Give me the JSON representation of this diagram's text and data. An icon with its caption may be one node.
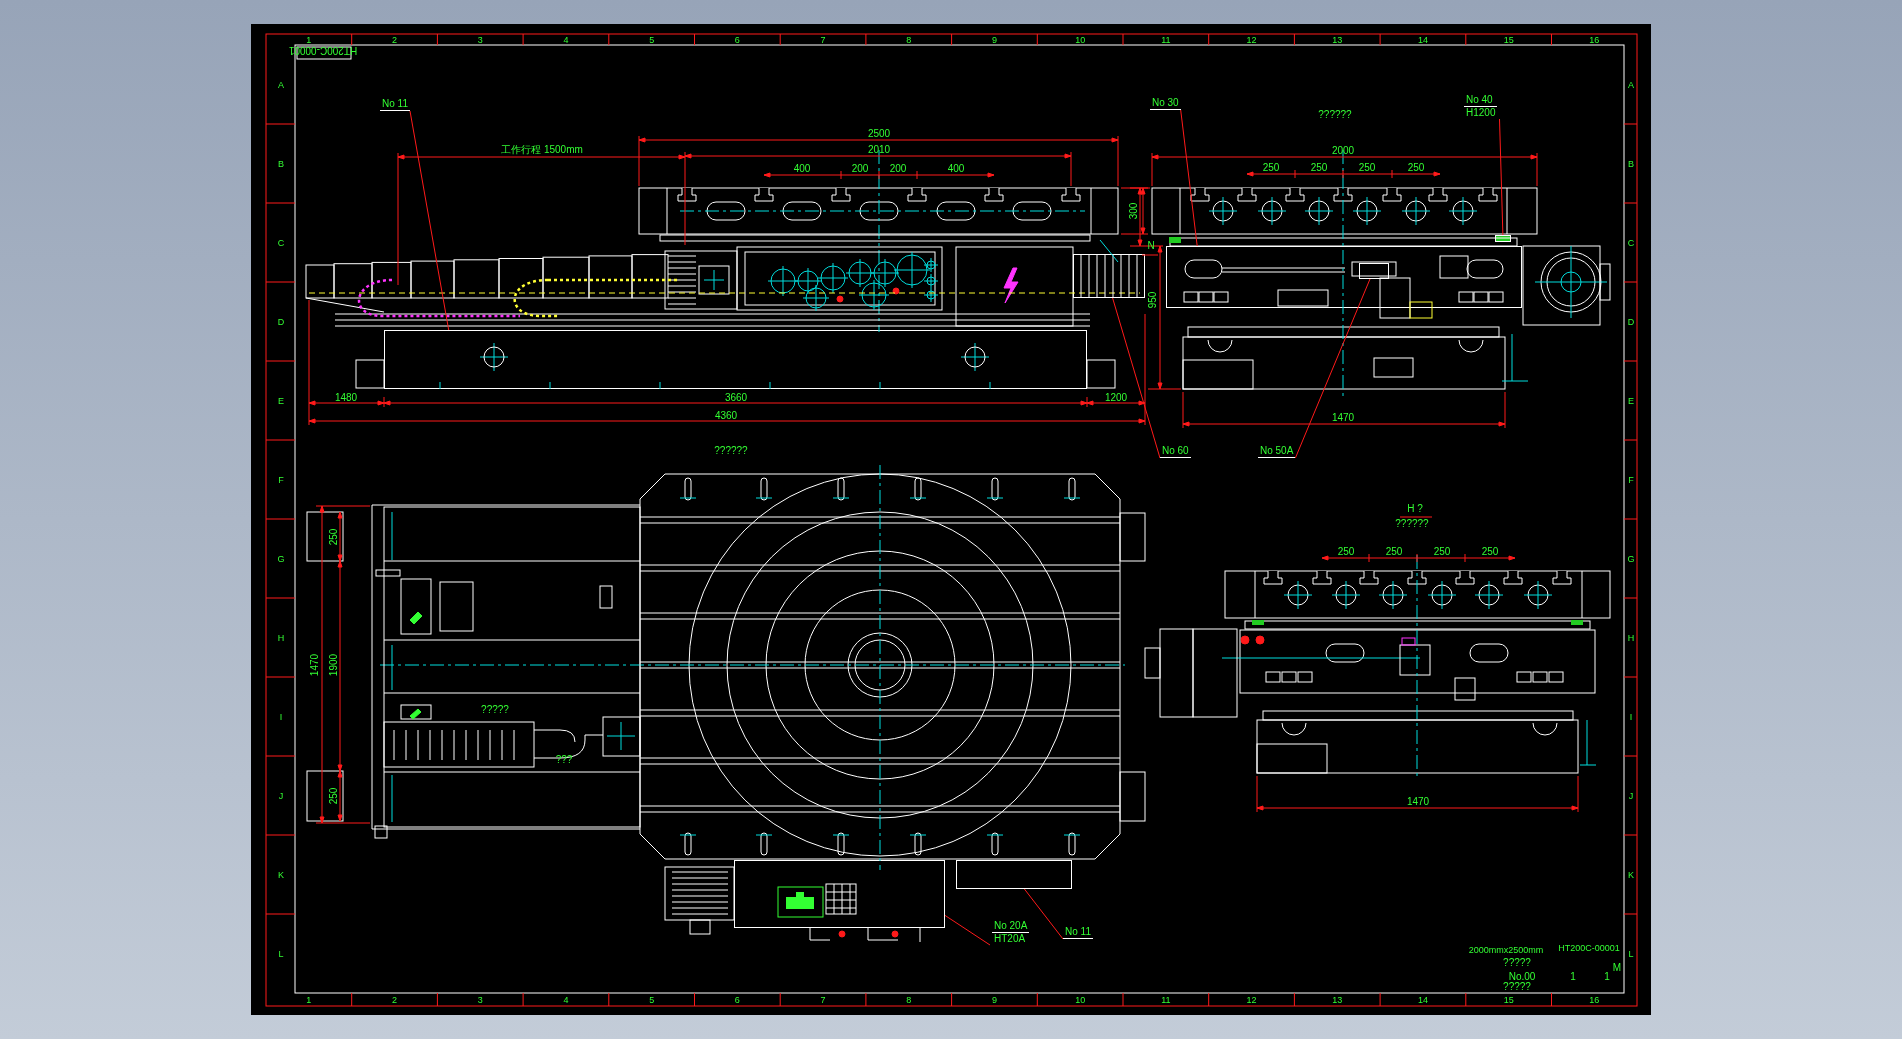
{
  "diagram": {
    "nodes": [
      {
        "text": [
          "No 11"
        ]
      },
      {
        "text": [
          "No 30"
        ]
      },
      {
        "text": [
          "No 40",
          "H1200"
        ]
      },
      {
        "text": [
          "No 60"
        ]
      },
      {
        "text": [
          "No 50A"
        ]
      },
      {
        "text": [
          "No 20A",
          "HT20A"
        ]
      },
      {
        "text": [
          "No 11"
        ]
      },
      {
        "text": [],
        "shape": "box"
      },
      {
        "text": [],
        "shape": "box"
      },
      {
        "text": [],
        "shape": "box"
      },
      {
        "text": [],
        "shape": "box"
      },
      {
        "text": [],
        "shape": "box",
        "in": 8
      },
      {
        "text": [],
        "shape": "box"
      },
      {
        "text": [],
        "shape": "box"
      }
    ],
    "edges": [
      {
        "from": 0,
        "to": 7,
        "arrow": "none"
      },
      {
        "from": 1,
        "to": 8,
        "arrow": "none"
      },
      {
        "from": 2,
        "to": 9,
        "arrow": "none"
      },
      {
        "from": 3,
        "to": 10,
        "arrow": "none"
      },
      {
        "from": 4,
        "to": 11,
        "arrow": "none"
      },
      {
        "from": 5,
        "to": 12,
        "arrow": "none"
      },
      {
        "from": 6,
        "to": 13,
        "arrow": "none"
      }
    ],
    "labels": [
      "1",
      "2",
      "3",
      "4",
      "5",
      "6",
      "7",
      "8",
      "9",
      "10",
      "11",
      "12",
      "13",
      "14",
      "15",
      "16",
      "A",
      "B",
      "C",
      "D",
      "E",
      "F",
      "G",
      "H",
      "I",
      "J",
      "K",
      "L",
      "A",
      "B",
      "C",
      "D",
      "E",
      "F",
      "G",
      "H",
      "I",
      "J",
      "K",
      "L",
      "1",
      "2",
      "3",
      "4",
      "5",
      "6",
      "7",
      "8",
      "9",
      "10",
      "11",
      "12",
      "13",
      "14",
      "15",
      "16",
      "HT200C-00001",
      "工作行程 1500mm",
      "2500",
      "2010",
      "400",
      "200",
      "200",
      "400",
      "300",
      "1480",
      "3660",
      "1200",
      "4360",
      "??????",
      "2000",
      "250",
      "250",
      "250",
      "250",
      "N",
      "950",
      "1470",
      "??????",
      "250",
      "1470",
      "1900",
      "250",
      "?????",
      "???",
      "H ?",
      "??????",
      "250",
      "250",
      "250",
      "250",
      "1470",
      "2000mmx2500mm",
      "HT200C-00001",
      "?????",
      "No.00",
      "?????",
      "1",
      "1",
      "M"
    ]
  }
}
